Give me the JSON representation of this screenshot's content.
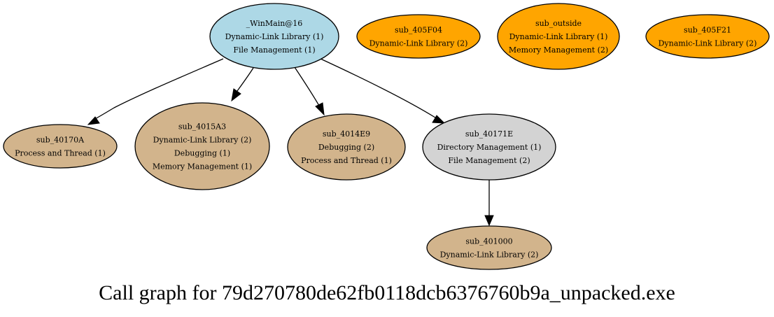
{
  "title": "Call graph for 79d270780de62fb0118dcb6376760b9a_unpacked.exe",
  "colors": {
    "entry": "#add8e6",
    "external": "#ffa500",
    "leaf": "#d2b48c",
    "intermediate": "#d3d3d3"
  },
  "nodes": [
    {
      "id": "winmain",
      "name": "_WinMain@16",
      "lines": [
        "Dynamic-Link Library (1)",
        "File Management (1)"
      ],
      "kind": "entry"
    },
    {
      "id": "sub_405F04",
      "name": "sub_405F04",
      "lines": [
        "Dynamic-Link Library (2)"
      ],
      "kind": "external"
    },
    {
      "id": "sub_outside",
      "name": "sub_outside",
      "lines": [
        "Dynamic-Link Library (1)",
        "Memory Management (2)"
      ],
      "kind": "external"
    },
    {
      "id": "sub_405F21",
      "name": "sub_405F21",
      "lines": [
        "Dynamic-Link Library (2)"
      ],
      "kind": "external"
    },
    {
      "id": "sub_40170A",
      "name": "sub_40170A",
      "lines": [
        "Process and Thread (1)"
      ],
      "kind": "leaf"
    },
    {
      "id": "sub_4015A3",
      "name": "sub_4015A3",
      "lines": [
        "Dynamic-Link Library (2)",
        "Debugging (1)",
        "Memory Management (1)"
      ],
      "kind": "leaf"
    },
    {
      "id": "sub_4014E9",
      "name": "sub_4014E9",
      "lines": [
        "Debugging (2)",
        "Process and Thread (1)"
      ],
      "kind": "leaf"
    },
    {
      "id": "sub_40171E",
      "name": "sub_40171E",
      "lines": [
        "Directory Management (1)",
        "File Management (2)"
      ],
      "kind": "intermediate"
    },
    {
      "id": "sub_401000",
      "name": "sub_401000",
      "lines": [
        "Dynamic-Link Library (2)"
      ],
      "kind": "leaf"
    }
  ],
  "edges": [
    {
      "from": "winmain",
      "to": "sub_40170A"
    },
    {
      "from": "winmain",
      "to": "sub_4015A3"
    },
    {
      "from": "winmain",
      "to": "sub_4014E9"
    },
    {
      "from": "winmain",
      "to": "sub_40171E"
    },
    {
      "from": "sub_40171E",
      "to": "sub_401000"
    }
  ]
}
